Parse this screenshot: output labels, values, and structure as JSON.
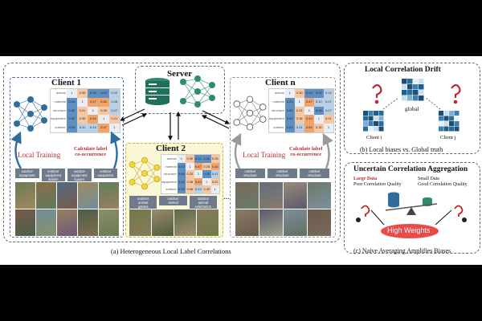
{
  "clients": {
    "client1": {
      "title": "Client 1",
      "local_training": "Local Training",
      "calc": "Calculate label\nco-occurrence",
      "tags": [
        "outdoor\nequipment",
        "outdoor\nequipment\nstation",
        "outdoor\nequipment\nsquare",
        "outdoor\nequipment"
      ]
    },
    "client2": {
      "title": "Client 2",
      "tags": [
        "outdoor\nanimal\ngames",
        "outdoor\nanimal",
        "outdoor\nanimal\ncelebration"
      ]
    },
    "clientn": {
      "title": "Client n",
      "local_training": "Local Training",
      "calc": "Calculate label\nco-occurrence",
      "tags": [
        "outdoor\nstructure",
        "outdoor\nstructure",
        "outdoor\nstructure"
      ]
    }
  },
  "server": {
    "title": "Server"
  },
  "matrix_rows": [
    "animal",
    "material",
    "structure",
    "equipment",
    "outdoor"
  ],
  "matrix_values": {
    "client1": [
      [
        "1",
        "0.36",
        "0.06",
        "0.09",
        "0.12"
      ],
      [
        "0.03",
        "1",
        "0.47",
        "0.62",
        "0.16"
      ],
      [
        "0.00",
        "0.21",
        "1",
        "0.30",
        "0.17"
      ],
      [
        "0.02",
        "0.36",
        "0.43",
        "1",
        "0.21"
      ],
      [
        "0.03",
        "0.11",
        "0.13",
        "0.47",
        "1"
      ]
    ],
    "client2": [
      [
        "1",
        "0.30",
        "0.01",
        "0.00",
        "0.25"
      ],
      [
        "0.02",
        "1",
        "0.47",
        "0.26",
        "0.42"
      ],
      [
        "0.00",
        "0.23",
        "1",
        "0.00",
        "0.17"
      ],
      [
        "0.02",
        "0.36",
        "0.43",
        "1",
        "0.21"
      ],
      [
        "0.03",
        "0.36",
        "0.13",
        "0.32",
        "1"
      ]
    ],
    "clientn": [
      [
        "1",
        "0.30",
        "0.04",
        "0.07",
        "0.12"
      ],
      [
        "0.03",
        "1",
        "0.47",
        "0.12",
        "0.17"
      ],
      [
        "0.00",
        "0.21",
        "1",
        "0.08",
        "0.17"
      ],
      [
        "0.02",
        "0.36",
        "0.43",
        "1",
        "0.21"
      ],
      [
        "0.03",
        "0.11",
        "0.83",
        "0.32",
        "1"
      ]
    ]
  },
  "captions": {
    "a": "(a) Heterogeneous Local Label Correlations",
    "b": "(b) Local biases vs. Global truth",
    "c": "(c) Naive Averaging Amplifies Biases"
  },
  "drift": {
    "title": "Local Correlation Drift",
    "global": "global",
    "client_i": "Client i",
    "client_j": "Client j"
  },
  "aggregation": {
    "title": "Uncertain Correlation Aggregation",
    "left_line1": "Large Data",
    "left_line2": "Poor Correlation Quality",
    "right_line1": "Small Data",
    "right_line2": "Good Correlation Quality",
    "high_weights": "High Weights"
  },
  "colors": {
    "accent_red": "#c0282d",
    "blue": "#2f6e9c",
    "teal": "#1f7a73",
    "orange": "#e8892b"
  }
}
